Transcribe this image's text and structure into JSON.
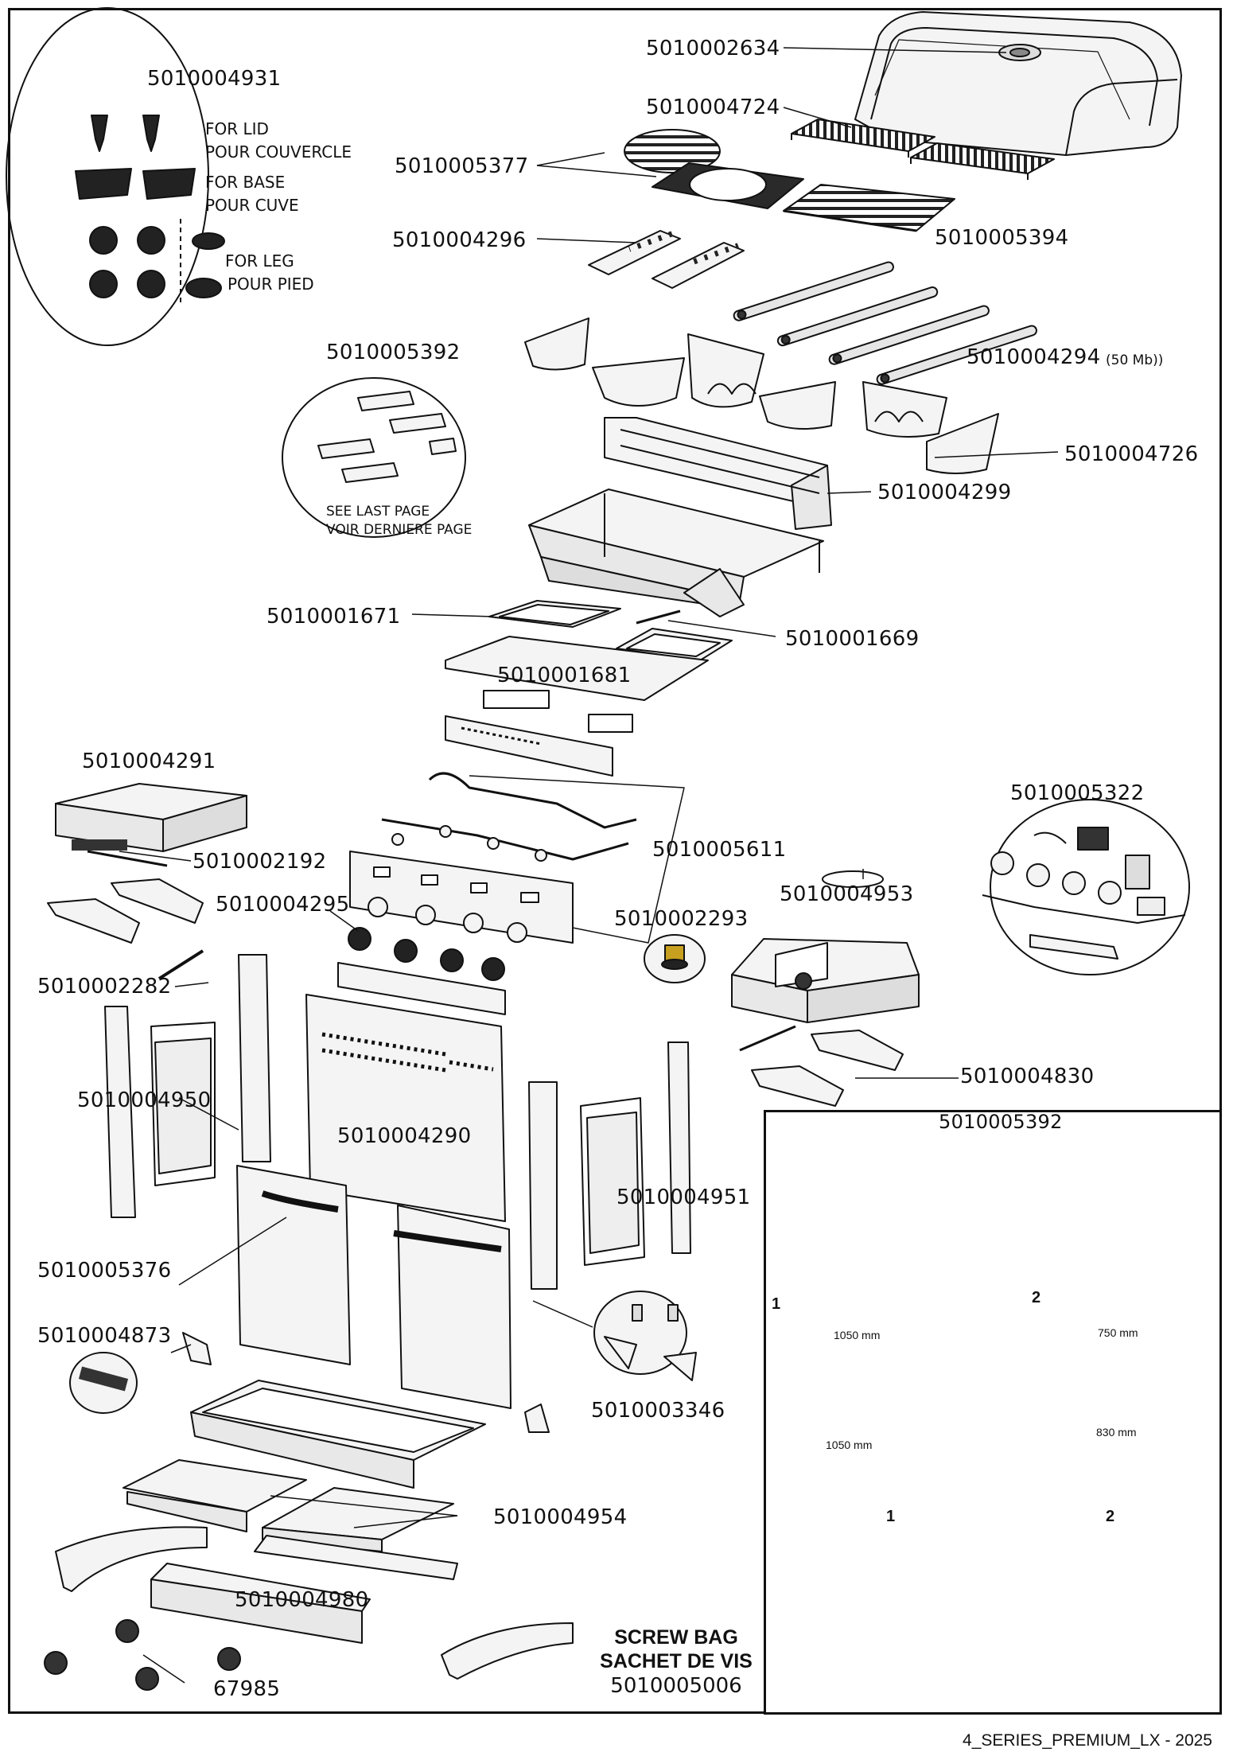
{
  "labels": {
    "lid": "5010002634",
    "warming_rack": "5010004724",
    "round_grid": "5010005377",
    "cast_grid": "5010005394",
    "heat_shield": "5010004296",
    "burner": "5010004294",
    "burner_note": "(50 Mb))",
    "flame_tamers": "5010004726",
    "firebox": "5010004299",
    "support_kit": "5010005392",
    "grease_tray": "5010001671",
    "tray_rail": "5010001669",
    "tray_frame": "5010001681",
    "side_table_left": "5010004291",
    "side_table_bracket": "5010002192",
    "manifold": "5010005611",
    "knobs": "5010004295",
    "igniter_ring": "5010004953",
    "side_burner_knob": "5010002293",
    "crossbar": "5010002282",
    "left_legs": "5010004950",
    "back_panel": "5010004290",
    "right_legs": "5010004951",
    "door": "5010005376",
    "side_burner_bracket": "5010004830",
    "hinge": "5010004873",
    "corner_bracket": "5010003346",
    "base_shelf": "5010004954",
    "front_rail": "5010004980",
    "caster": "67985",
    "ignition_kit": "5010005322",
    "bumper_kit": "5010004931"
  },
  "bumper_notes": {
    "lid_en": "FOR LID",
    "lid_fr": "POUR COUVERCLE",
    "base_en": "FOR BASE",
    "base_fr": "POUR CUVE",
    "leg_en": "FOR LEG",
    "leg_fr": "POUR PIED"
  },
  "support_notes": {
    "see_en": "SEE LAST PAGE",
    "see_fr": "VOIR DERNIERE PAGE"
  },
  "inset": {
    "title": "5010005392",
    "pos1": "1",
    "pos2": "2",
    "len_a": "1050 mm",
    "len_b": "750 mm",
    "len_c": "1050 mm",
    "len_d": "830 mm",
    "circle1": "1",
    "circle2": "2"
  },
  "screw_bag": {
    "en": "SCREW BAG",
    "fr": "SACHET DE VIS",
    "part": "5010005006"
  },
  "footer": "4_SERIES_PREMIUM_LX - 2025",
  "colors": {
    "line": "#111111",
    "part_fill": "#f4f4f4",
    "grid_fill": "#2a2a2a",
    "shadow": "#9a9a9a",
    "highlight": "#e02020",
    "arrow": "#d42020"
  }
}
